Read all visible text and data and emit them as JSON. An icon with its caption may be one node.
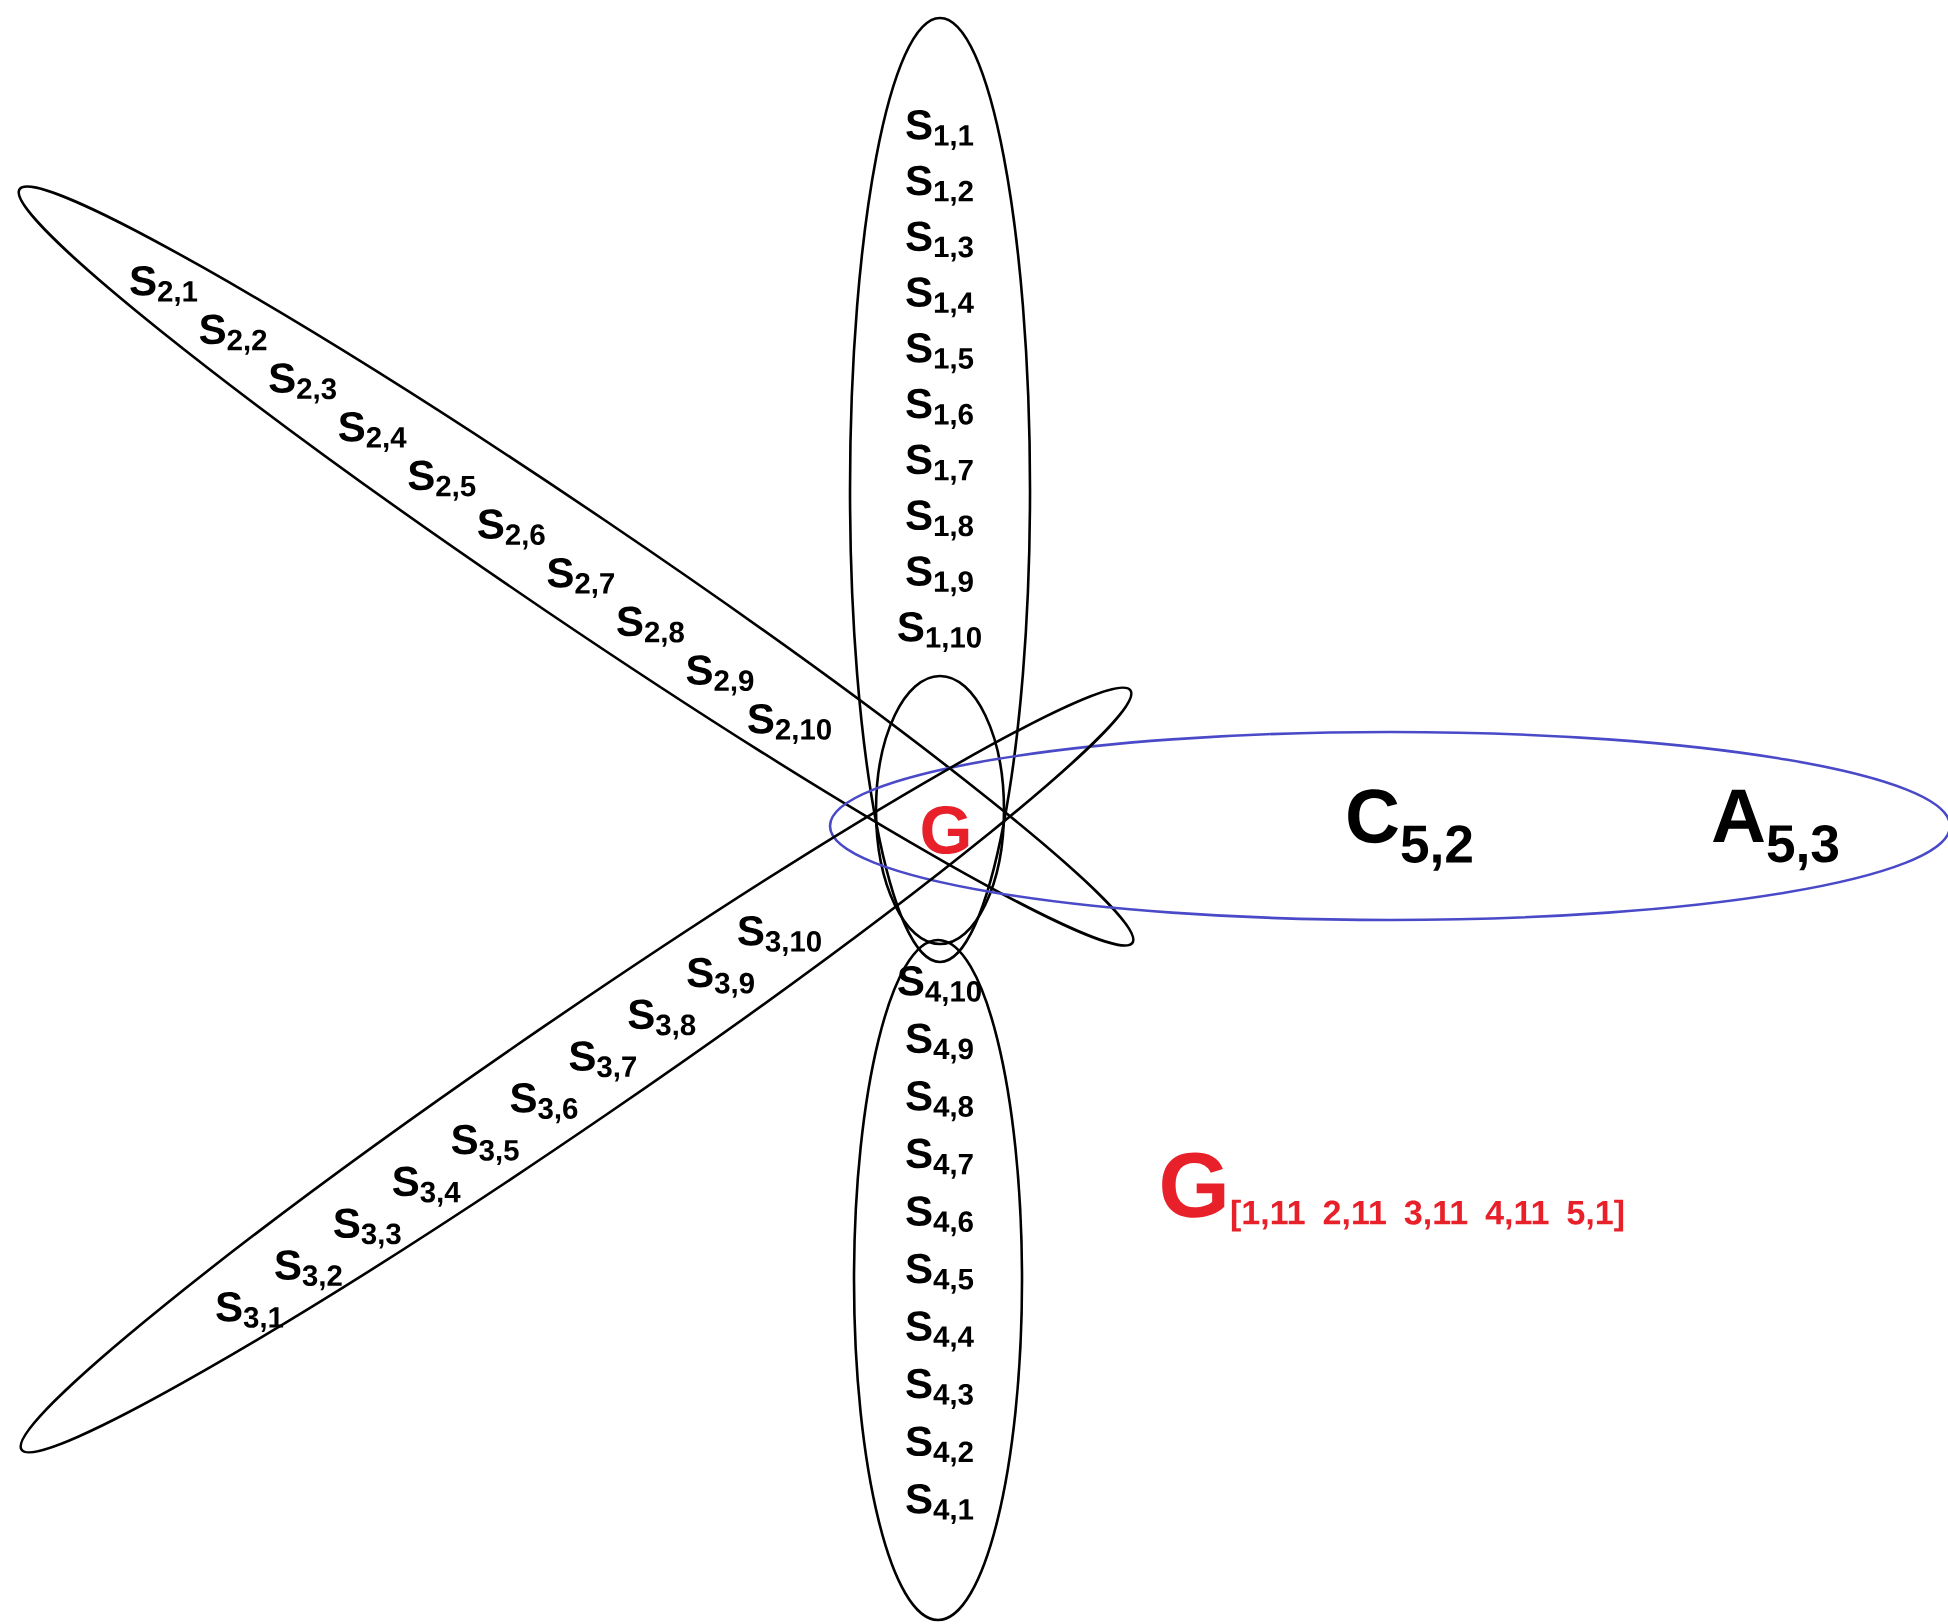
{
  "diagram": {
    "nodes": [
      {
        "text": [
          "S$_{1,1}$",
          "S$_{1,2}$",
          "S$_{1,3}$",
          "S$_{1,4}$",
          "S$_{1,5}$",
          "S$_{1,6}$",
          "S$_{1,7}$",
          "S$_{1,8}$",
          "S$_{1,9}$",
          "S$_{1,10}$"
        ]
      },
      {
        "text": [
          "S$_{2,1}$",
          "S$_{2,2}$",
          "S$_{2,3}$",
          "S$_{2,4}$",
          "S$_{2,5}$",
          "S$_{2,6}$",
          "S$_{2,7}$",
          "S$_{2,8}$",
          "S$_{2,9}$",
          "S$_{2,10}$"
        ]
      },
      {
        "text": [
          "G"
        ]
      },
      {
        "text": [
          "C$_{5,2}$",
          "A$_{5,3}$"
        ]
      },
      {
        "text": [
          "S$_{3,10}$",
          "S$_{3,9}$",
          "S$_{3,8}$",
          "S$_{3,7}$",
          "S$_{3,6}$",
          "S$_{3,5}$",
          "S$_{3,4}$",
          "S$_{3,3}$",
          "S$_{3,2}$",
          "S$_{3,1}$"
        ]
      },
      {
        "text": [
          "S$_{4,10}$",
          "S$_{4,9}$",
          "S$_{4,8}$",
          "S$_{4,7}$",
          "S$_{4,6}$",
          "S$_{4,5}$",
          "S$_{4,4}$",
          "S$_{4,3}$",
          "S$_{4,2}$",
          "S$_{4,1}$"
        ]
      }
    ],
    "labels": [
      "\\text{\\bfseries G}_{\\text{\\bfseries [1,11\\enspace 2,11\\enspace 3,11\\enspace 4,11\\enspace 5,1]}}"
    ]
  }
}
